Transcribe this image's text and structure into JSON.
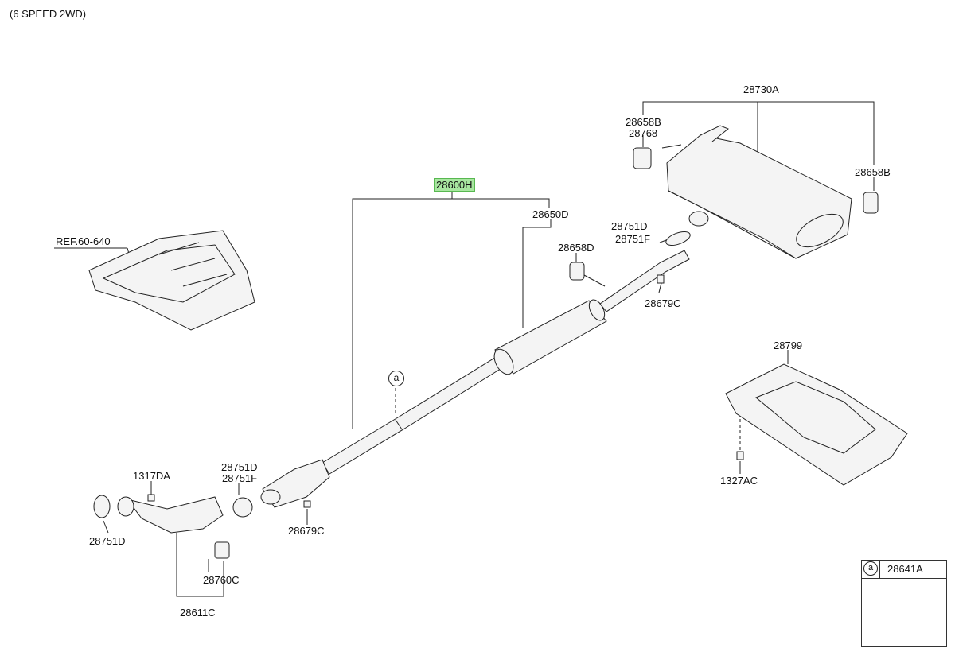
{
  "title": "(6 SPEED 2WD)",
  "selected_part": "28600H",
  "parts": {
    "p28730A": "28730A",
    "p28658B": "28658B",
    "p28768": "28768",
    "p28658B_r": "28658B",
    "p28600H": "28600H",
    "p28650D": "28650D",
    "p28751D_top": "28751D",
    "p28751F_top": "28751F",
    "p28658D": "28658D",
    "p28679C_top": "28679C",
    "ref": "REF.60-640",
    "p28799": "28799",
    "p1327AC": "1327AC",
    "p1317DA": "1317DA",
    "p28751D_mid": "28751D",
    "p28751F_mid": "28751F",
    "p28751D_left": "28751D",
    "p28679C_mid": "28679C",
    "p28760C": "28760C",
    "p28611C": "28611C"
  },
  "callout": "a",
  "legend": {
    "symbol": "a",
    "part": "28641A"
  },
  "colors": {
    "highlight": "#a8e6a0",
    "line": "#222222",
    "part_fill": "#f4f4f4"
  }
}
